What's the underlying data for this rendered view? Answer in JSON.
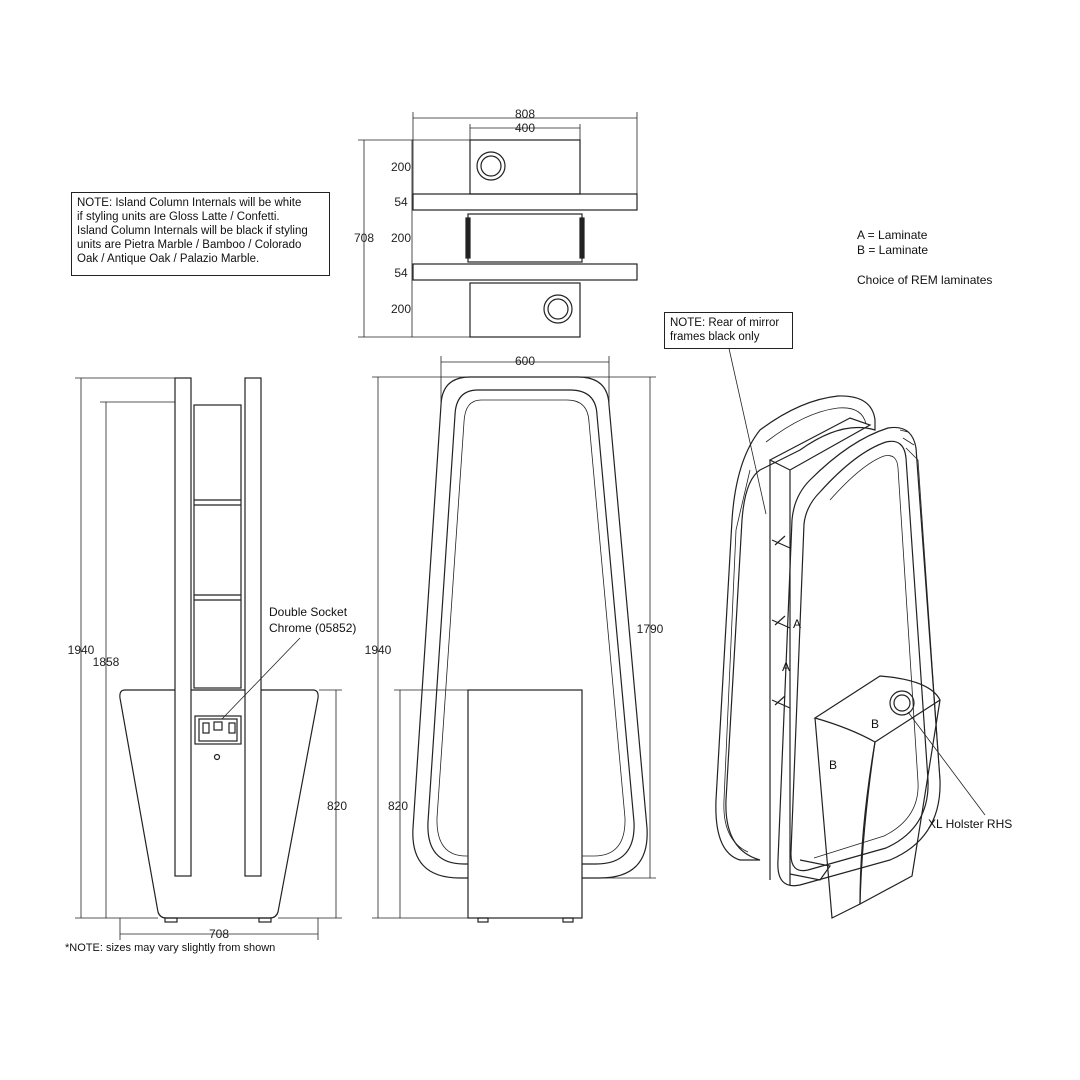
{
  "notes": {
    "column_internals": [
      "NOTE: Island Column Internals will be white",
      "if styling units are Gloss Latte / Confetti.",
      "Island Column Internals will be black if styling",
      "units are Pietra Marble / Bamboo / Colorado",
      "Oak / Antique Oak / Palazio Marble."
    ],
    "mirror_frames": [
      "NOTE: Rear of mirror",
      "frames black only"
    ],
    "sizes": "*NOTE: sizes may vary slightly from shown"
  },
  "legend": {
    "a": "A = Laminate",
    "b": "B = Laminate",
    "choice": "Choice of REM laminates"
  },
  "labels": {
    "socket_line1": "Double Socket",
    "socket_line2": "Chrome (05852)",
    "holster": "XL Holster RHS",
    "panel_a": "A",
    "panel_b": "B"
  },
  "dimensions": {
    "plan_width_outer": "808",
    "plan_width_inner": "400",
    "plan_depth": "708",
    "plan_section_1": "200",
    "plan_shelf_1": "54",
    "plan_section_2": "200",
    "plan_shelf_2": "54",
    "plan_section_3": "200",
    "mirror_width": "600",
    "side_total_height": "1940",
    "side_column_height": "1858",
    "side_base_height": "820",
    "side_base_width": "708",
    "front_total_height": "1940",
    "front_base_height": "820",
    "front_mirror_height": "1790"
  },
  "colors": {
    "line": "#222222",
    "background": "#ffffff"
  }
}
